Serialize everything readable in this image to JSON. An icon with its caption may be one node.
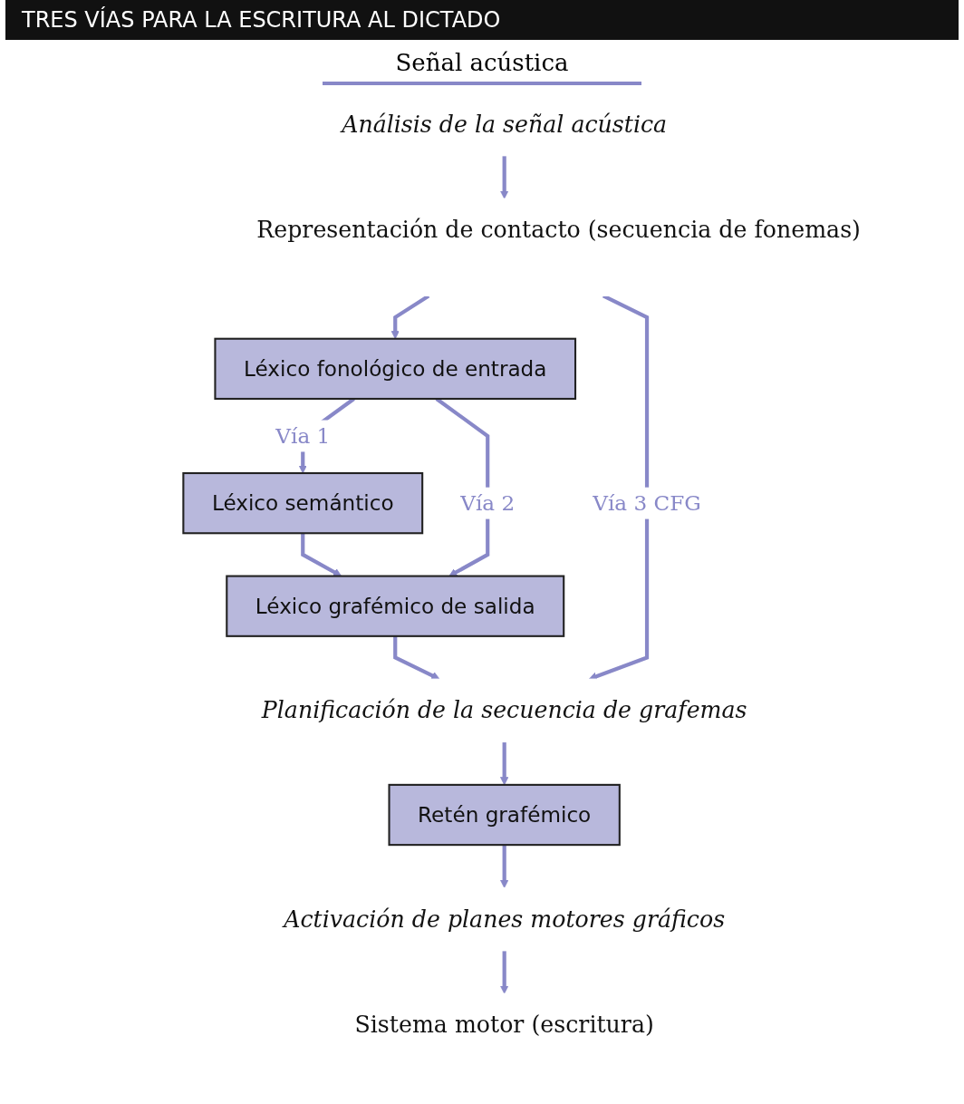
{
  "diagram": {
    "title": "TRES VÍAS PARA LA ESCRITURA AL DICTADO",
    "nodes": [
      {
        "text": [
          "Análisis de la señal acústica"
        ]
      },
      {
        "text": [
          "Representación de contacto (secuencia de fonemas)"
        ]
      },
      {
        "text": [
          "Léxico fonológico de entrada"
        ]
      },
      {
        "text": [
          "Léxico semántico"
        ]
      },
      {
        "text": [
          "Léxico grafémico de salida"
        ]
      },
      {
        "text": [
          "Planificación de la secuencia de grafemas"
        ]
      },
      {
        "text": [
          "Retén grafémico"
        ]
      },
      {
        "text": [
          "Activación de planes motores gráficos"
        ]
      },
      {
        "text": [
          "Sistema motor (escritura)"
        ]
      }
    ],
    "edges": [
      {
        "from": 0,
        "to": 1,
        "arrow": "to"
      },
      {
        "from": 1,
        "to": 2,
        "arrow": "to"
      },
      {
        "from": 2,
        "to": 3,
        "arrow": "to",
        "label": "Vía 1"
      },
      {
        "from": 3,
        "to": 4,
        "arrow": "to"
      },
      {
        "from": 2,
        "to": 4,
        "arrow": "to",
        "label": "Vía 2"
      },
      {
        "from": 4,
        "to": 5,
        "arrow": "to"
      },
      {
        "from": 1,
        "to": 5,
        "arrow": "to",
        "label": "Vía 3 CFG"
      },
      {
        "from": 5,
        "to": 6,
        "arrow": "to"
      },
      {
        "from": 6,
        "to": 7,
        "arrow": "to"
      },
      {
        "from": 7,
        "to": 8,
        "arrow": "to"
      }
    ],
    "labels": [
      "Señal acústica"
    ]
  }
}
